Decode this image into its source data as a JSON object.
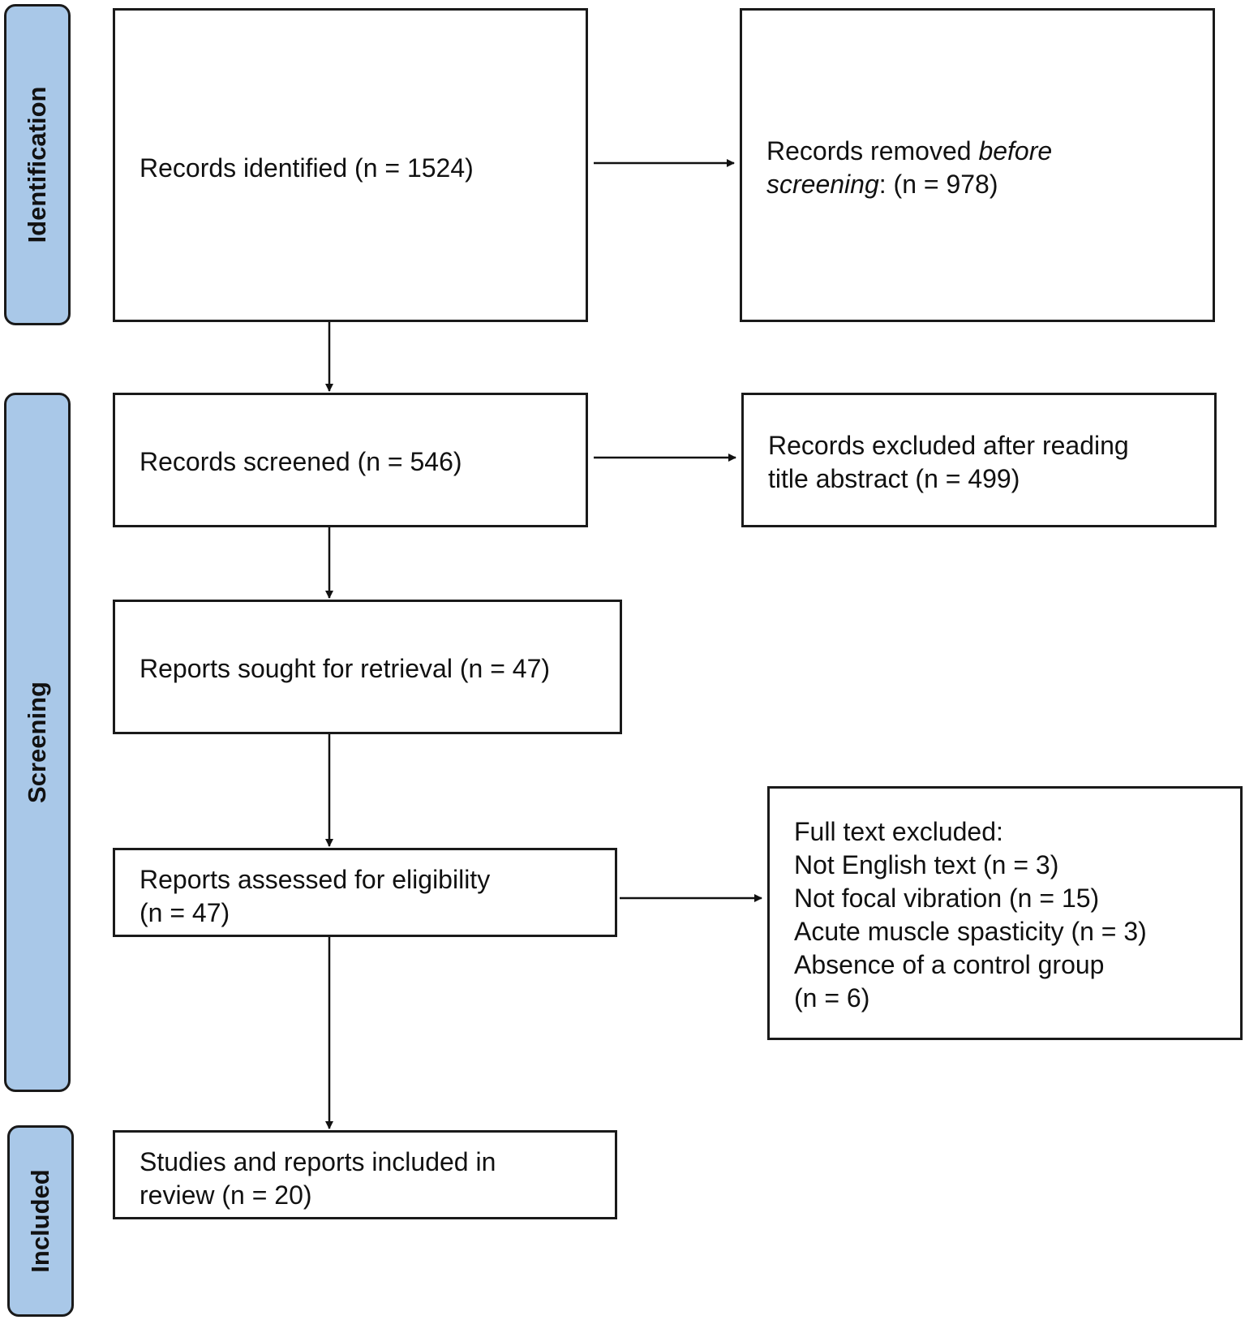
{
  "phases": {
    "identification": "Identification",
    "screening": "Screening",
    "included": "Included"
  },
  "boxes": {
    "identified": "Records identified (n = 1524)",
    "removed_prefix": "Records removed ",
    "removed_italic1": "before",
    "removed_italic2": "screening",
    "removed_suffix": ": (n = 978)",
    "screened": "Records screened (n = 546)",
    "excluded_line1": "Records excluded after reading",
    "excluded_line2": "title abstract (n = 499)",
    "sought": "Reports sought for retrieval (n = 47)",
    "assessed_line1": "Reports assessed for eligibility",
    "assessed_line2": "(n = 47)",
    "fulltext_lines": [
      "Full text excluded:",
      "Not English text (n = 3)",
      "Not focal vibration (n = 15)",
      "Acute muscle spasticity (n = 3)",
      "Absence of a control group",
      "(n = 6)"
    ],
    "included_line1": "Studies and reports included in",
    "included_line2": "review (n = 20)"
  }
}
